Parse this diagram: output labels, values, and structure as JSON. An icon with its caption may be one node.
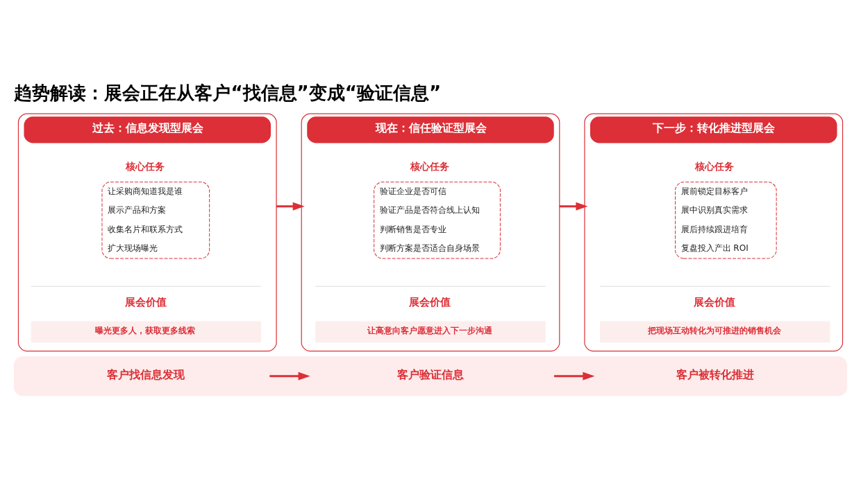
{
  "diagram": {
    "title": "趋势解读：展会正在从客户“找信息”变成“验证信息”",
    "nodes": [
      {
        "text": [
          "过去：信息发现型展会"
        ]
      },
      {
        "text": [
          "核心任务",
          "让采购商知道我是谁",
          "展示产品和方案",
          "收集名片和联系方式",
          "扩大现场曝光"
        ],
        "in": 0
      },
      {
        "text": [
          "展会价值",
          "曝光更多人，获取更多线索"
        ],
        "in": 0
      },
      {
        "text": [
          "现在：信任验证型展会"
        ]
      },
      {
        "text": [
          "核心任务",
          "验证企业是否可信",
          "验证产品是否符合线上认知",
          "判断销售是否专业",
          "判断方案是否适合自身场景"
        ],
        "in": 3
      },
      {
        "text": [
          "展会价值",
          "让高意向客户愿意进入下一步沟通"
        ],
        "in": 3
      },
      {
        "text": [
          "下一步：转化推进型展会"
        ]
      },
      {
        "text": [
          "核心任务",
          "展前锁定目标客户",
          "展中识别真实需求",
          "展后持续跟进培育",
          "复盘投入产出 ROI"
        ],
        "in": 6
      },
      {
        "text": [
          "展会价值",
          "把现场互动转化为可推进的销售机会"
        ],
        "in": 6
      },
      {
        "text": [],
        "shape": "bar"
      },
      {
        "text": [
          "客户找信息发现"
        ],
        "in": 9
      },
      {
        "text": [
          "客户验证信息"
        ],
        "in": 9
      },
      {
        "text": [
          "客户被转化推进"
        ],
        "in": 9
      }
    ],
    "edges": [
      {
        "from": 0,
        "to": 3,
        "arrow": "to"
      },
      {
        "from": 3,
        "to": 6,
        "arrow": "to"
      },
      {
        "from": 10,
        "to": 11,
        "arrow": "to"
      },
      {
        "from": 11,
        "to": 12,
        "arrow": "to"
      }
    ]
  }
}
